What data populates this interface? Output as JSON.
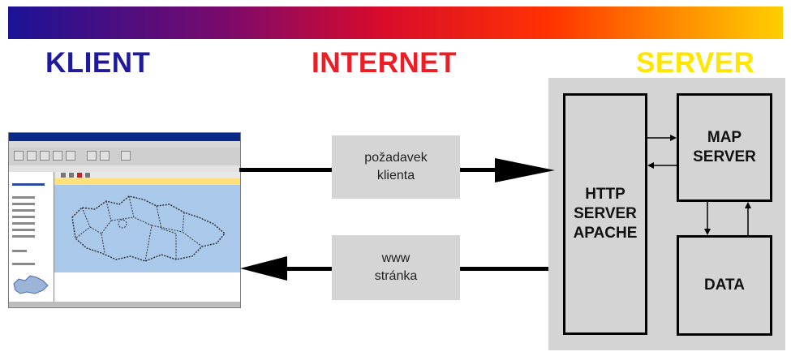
{
  "headings": {
    "client": "KLIENT",
    "internet": "INTERNET",
    "server": "SERVER"
  },
  "colors": {
    "client": "#1f1a9c",
    "internet": "#ee1c24",
    "server": "#ffe600",
    "gradient": [
      "#1b1296",
      "#d80a2c",
      "#ff3300",
      "#ffcf00"
    ]
  },
  "messages": {
    "request": "požadavek\nklienta",
    "response": "www\nstránka"
  },
  "server": {
    "http": "HTTP\nSERVER\nAPACHE",
    "map": "MAP\nSERVER",
    "data": "DATA"
  },
  "browser": {
    "map_image": "czech-republic-districts-map"
  }
}
